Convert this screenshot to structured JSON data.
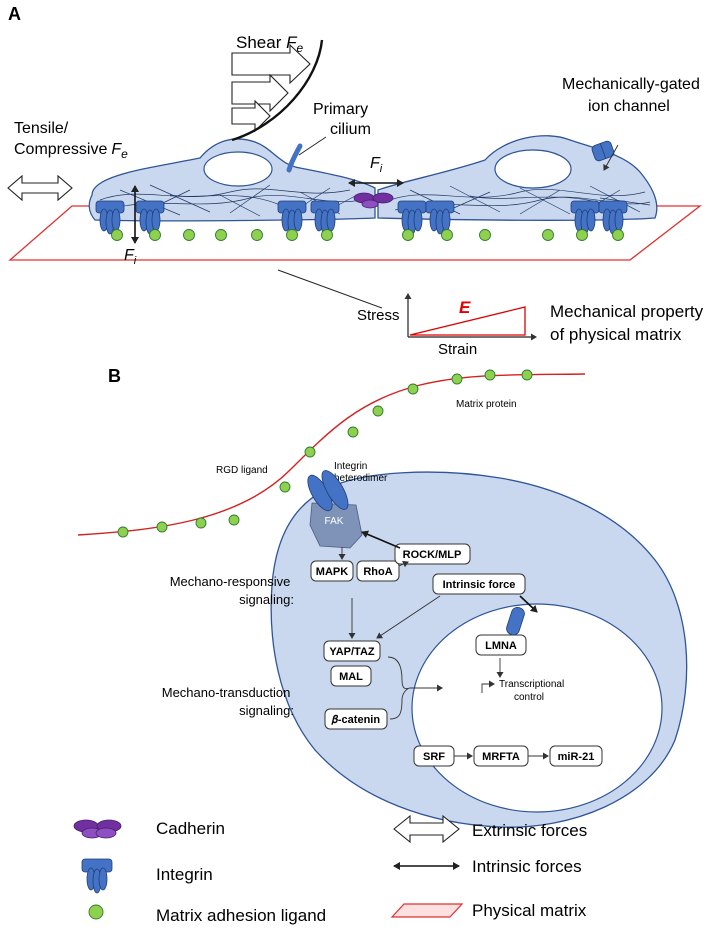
{
  "panel_a": {
    "label": "A",
    "shear": "Shear",
    "force_symbol": "F",
    "sub_e": "e",
    "sub_i": "i",
    "primary_cilium": [
      "Primary",
      "cilium"
    ],
    "tensile": [
      "Tensile/",
      "Compressive"
    ],
    "ion_channel": [
      "Mechanically-gated",
      "ion channel"
    ],
    "stress": "Stress",
    "strain": "Strain",
    "modulus": "E",
    "mech_property": [
      "Mechanical property",
      "of physical matrix"
    ]
  },
  "panel_b": {
    "label": "B",
    "matrix_protein": "Matrix protein",
    "rgd_ligand": "RGD ligand",
    "integrin_heterodimer": [
      "Integrin",
      "heterodimer"
    ],
    "fak": "FAK",
    "mechano_responsive": [
      "Mechano-responsive",
      "signaling:"
    ],
    "mechano_transduction": [
      "Mechano-transduction",
      "signaling:"
    ],
    "boxes": {
      "mapk": "MAPK",
      "rhoa": "RhoA",
      "rock": "ROCK/MLP",
      "intrinsic": "Intrinsic force",
      "yap": "YAP/TAZ",
      "mal": "MAL",
      "catenin": "𝛽-catenin",
      "lmna": "LMNA",
      "srf": "SRF",
      "mrfta": "MRFTA",
      "mir21": "miR-21"
    },
    "transcriptional": [
      "Transcriptional",
      "control"
    ]
  },
  "legend": {
    "cadherin": "Cadherin",
    "integrin": "Integrin",
    "ligand": "Matrix adhesion ligand",
    "extrinsic": "Extrinsic forces",
    "intrinsic": "Intrinsic forces",
    "matrix": "Physical matrix"
  },
  "colors": {
    "cell_fill": "#c9d8ef",
    "cell_stroke": "#2f5597",
    "integrin": "#4472c4",
    "cadherin": "#7030a0",
    "ligand_fill": "#8fd14f",
    "ligand_stroke": "#2e7d32",
    "matrix_red": "#e03030",
    "modulus_red": "#e00000"
  }
}
